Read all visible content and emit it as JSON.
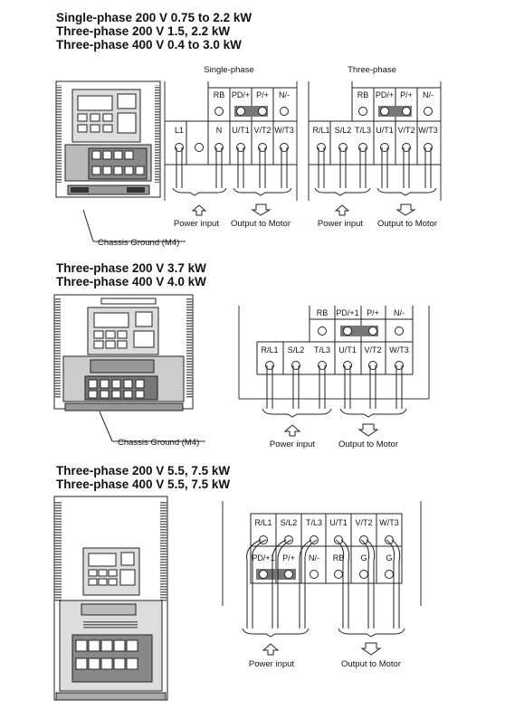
{
  "sections": [
    {
      "title_lines": [
        "Single-phase 200 V  0.75 to 2.2 kW",
        "Three-phase 200 V  1.5, 2.2 kW",
        "Three-phase 400 V  0.4 to 3.0 kW"
      ],
      "single_phase_label": "Single-phase",
      "three_phase_label": "Three-phase",
      "single_top": [
        "RB",
        "PD/+",
        "P/+",
        "N/-"
      ],
      "single_bottom": [
        "L1",
        "",
        "N",
        "U/T1",
        "V/T2",
        "W/T3"
      ],
      "three_top": [
        "RB",
        "PD/+",
        "P/+",
        "N/-"
      ],
      "three_bottom": [
        "R/L1",
        "S/L2",
        "T/L3",
        "U/T1",
        "V/T2",
        "W/T3"
      ],
      "power_input": "Power input",
      "output_to_motor": "Output to Motor",
      "chassis_ground": "Chassis Ground (M4)"
    },
    {
      "title_lines": [
        "Three-phase 200 V 3.7 kW",
        "Three-phase 400 V 4.0 kW"
      ],
      "top": [
        "RB",
        "PD/+1",
        "P/+",
        "N/-"
      ],
      "bottom": [
        "R/L1",
        "S/L2",
        "T/L3",
        "U/T1",
        "V/T2",
        "W/T3"
      ],
      "power_input": "Power input",
      "output_to_motor": "Output to Motor",
      "chassis_ground": "Chassis Ground (M4)"
    },
    {
      "title_lines": [
        "Three-phase 200 V 5.5, 7.5 kW",
        "Three-phase 400 V 5.5, 7.5 kW"
      ],
      "top": [
        "R/L1",
        "S/L2",
        "T/L3",
        "U/T1",
        "V/T2",
        "W/T3"
      ],
      "bottom": [
        "PD/+1",
        "P/+",
        "N/-",
        "RB",
        "G",
        "G"
      ],
      "power_input": "Power input",
      "output_to_motor": "Output to Motor"
    }
  ]
}
